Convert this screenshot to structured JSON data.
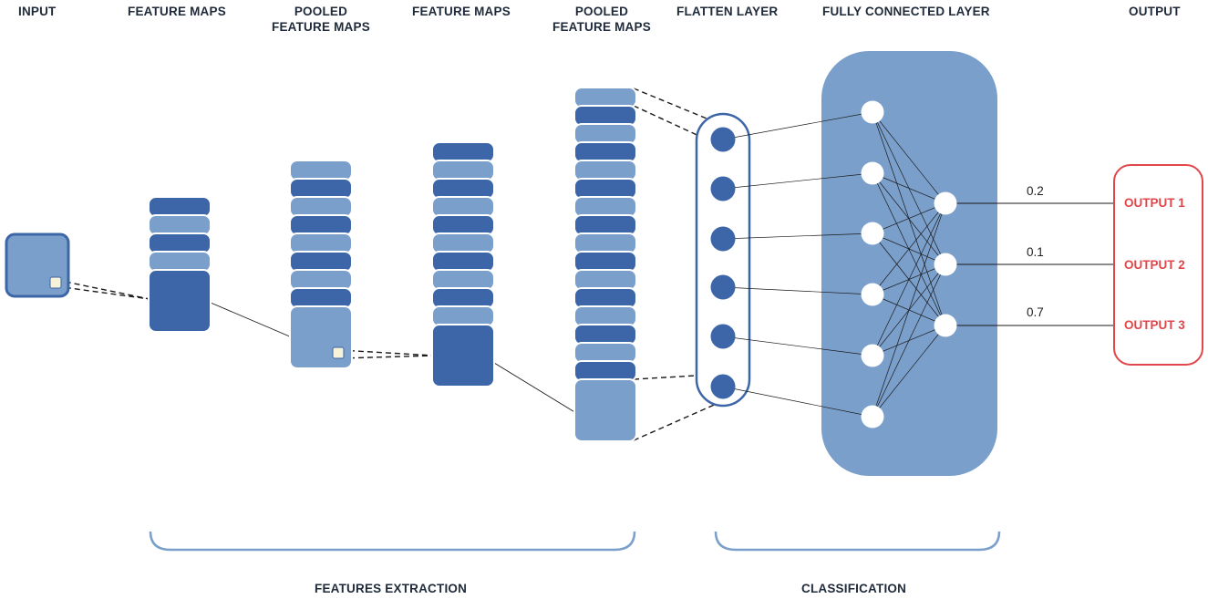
{
  "headers": {
    "input": "INPUT",
    "feature_maps_1": "FEATURE MAPS",
    "pooled_1_line1": "POOLED",
    "pooled_1_line2": "FEATURE MAPS",
    "feature_maps_2": "FEATURE MAPS",
    "pooled_2_line1": "POOLED",
    "pooled_2_line2": "FEATURE MAPS",
    "flatten": "FLATTEN LAYER",
    "fully_connected": "FULLY CONNECTED LAYER",
    "output": "OUTPUT"
  },
  "groups": {
    "features_extraction": "FEATURES EXTRACTION",
    "classification": "CLASSIFICATION"
  },
  "outputs": [
    {
      "label": "OUTPUT 1",
      "value": "0.2"
    },
    {
      "label": "OUTPUT 2",
      "value": "0.1"
    },
    {
      "label": "OUTPUT 3",
      "value": "0.7"
    }
  ],
  "colors": {
    "dark_blue": "#3d66a8",
    "light_blue": "#7b9fcb",
    "output_red": "#e0464a",
    "text": "#1f2a3a"
  }
}
